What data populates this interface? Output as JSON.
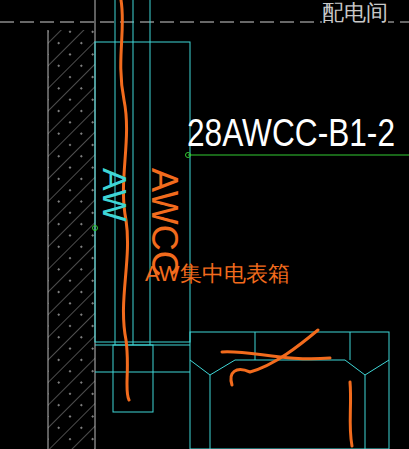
{
  "diagram": {
    "labels": [
      "配电间",
      "28AWCC-B1-2",
      "AW",
      "AWCC",
      "AW集中电表箱"
    ]
  }
}
